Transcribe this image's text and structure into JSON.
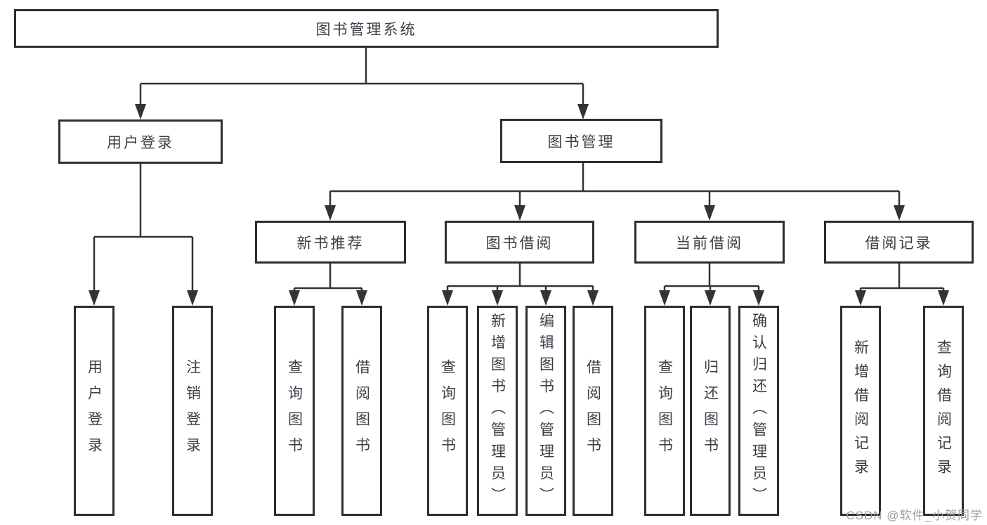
{
  "diagram_title": "图书管理系统",
  "tree": {
    "label": "图书管理系统",
    "children": [
      {
        "label": "用户登录",
        "children": [
          {
            "label": "用户登录"
          },
          {
            "label": "注销登录"
          }
        ]
      },
      {
        "label": "图书管理",
        "children": [
          {
            "label": "新书推荐",
            "children": [
              {
                "label": "查询图书"
              },
              {
                "label": "借阅图书"
              }
            ]
          },
          {
            "label": "图书借阅",
            "children": [
              {
                "label": "查询图书"
              },
              {
                "label": "新增图书（管理员）"
              },
              {
                "label": "编辑图书（管理员）"
              },
              {
                "label": "借阅图书"
              }
            ]
          },
          {
            "label": "当前借阅",
            "children": [
              {
                "label": "查询图书"
              },
              {
                "label": "归还图书"
              },
              {
                "label": "确认归还（管理员）"
              }
            ]
          },
          {
            "label": "借阅记录",
            "children": [
              {
                "label": "新增借阅记录"
              },
              {
                "label": "查询借阅记录"
              }
            ]
          }
        ]
      }
    ]
  },
  "colors": {
    "line": "#333333",
    "box_border": "#2e2e2e",
    "text": "#3a3f47",
    "watermark": "#9e9e9e",
    "background": "#ffffff"
  },
  "watermark": {
    "text": "CSDN @软件_小贺同学"
  }
}
